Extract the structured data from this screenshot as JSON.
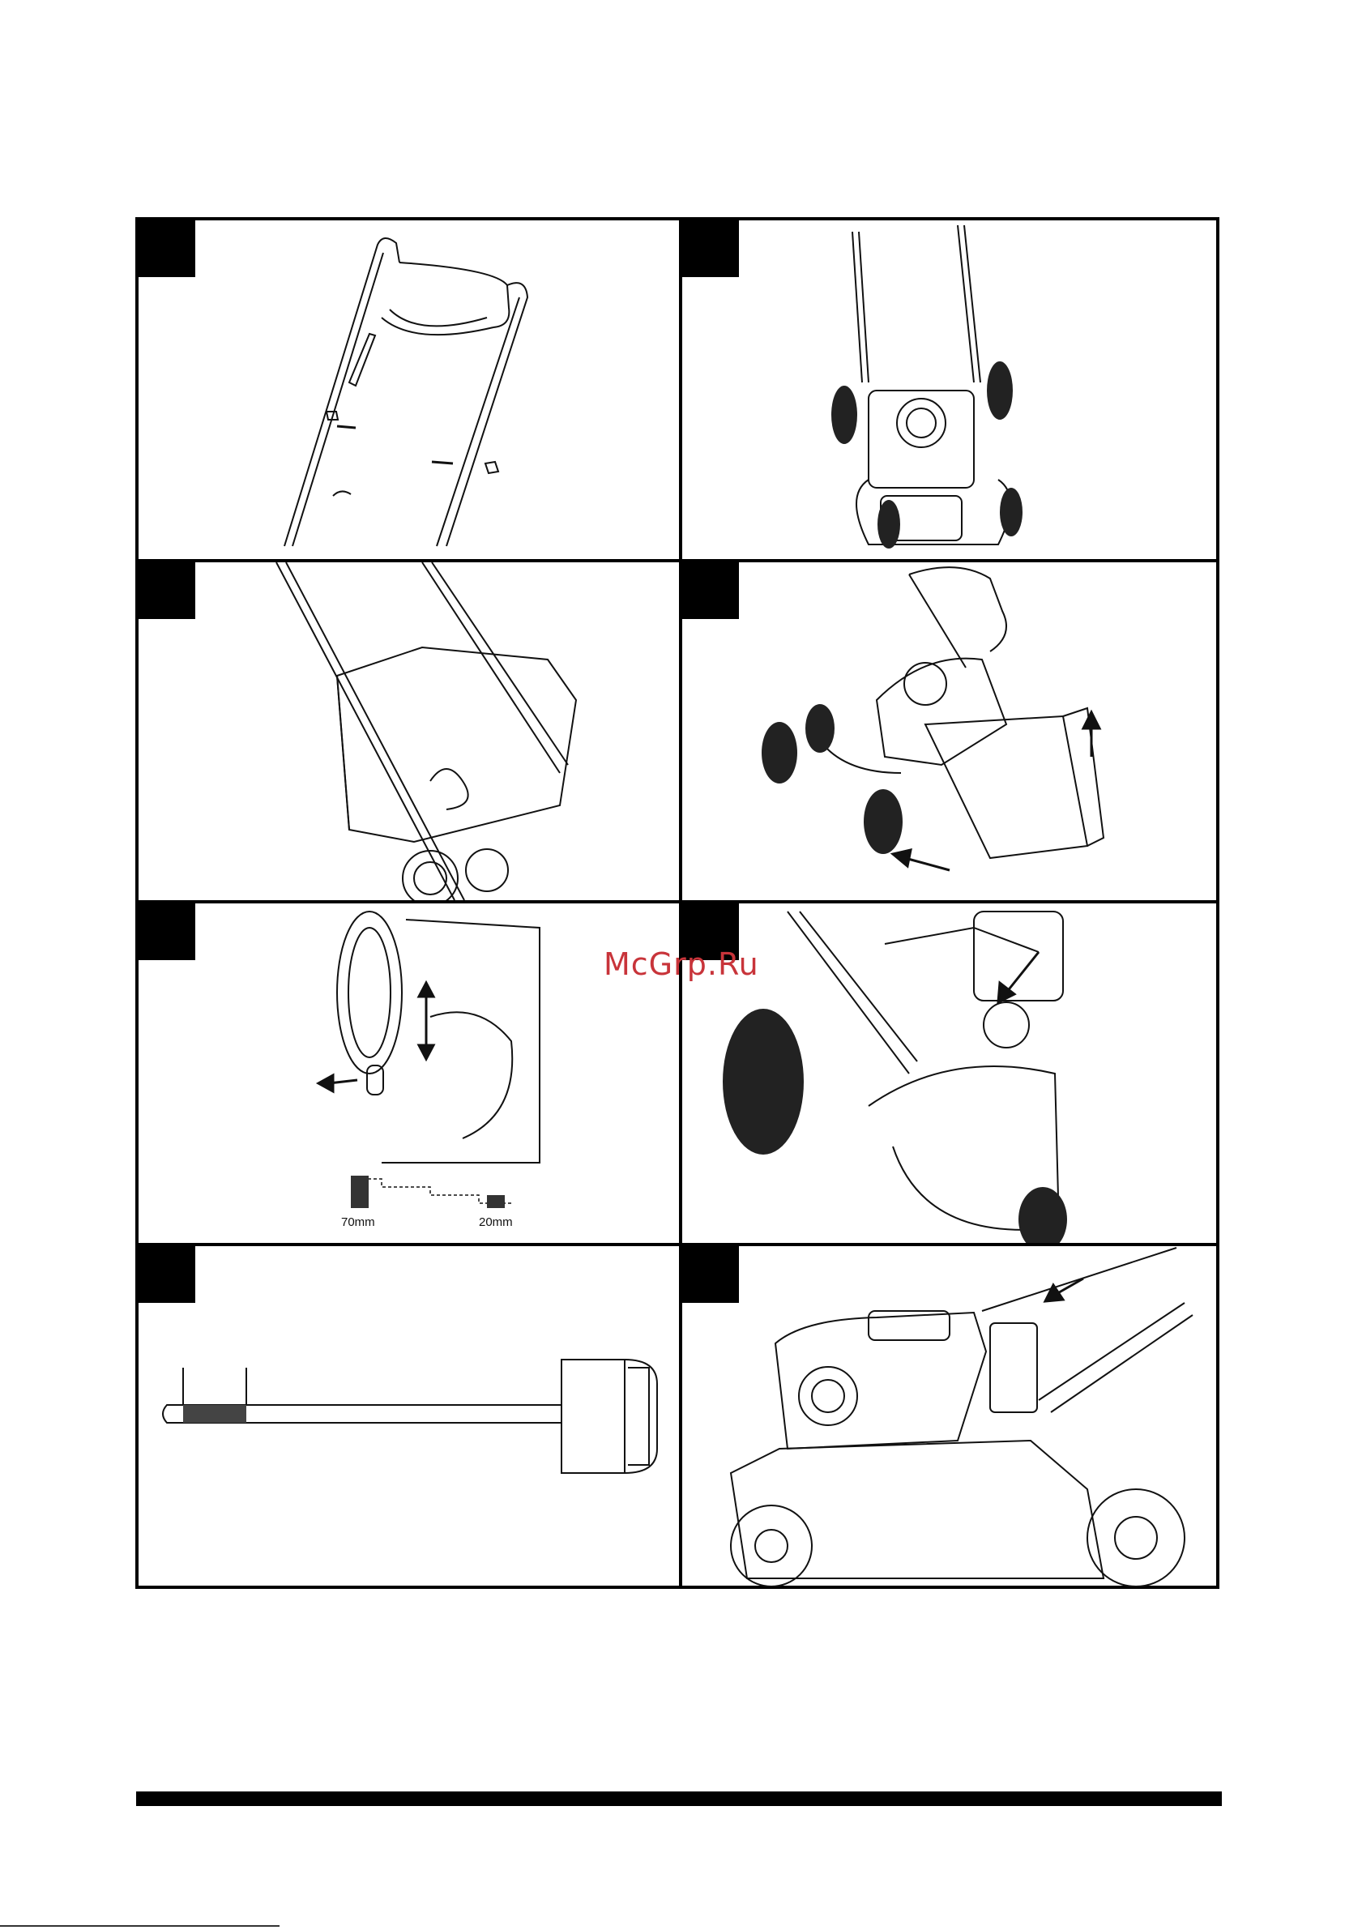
{
  "watermark": "McGrp.Ru",
  "figures": [
    {
      "id": "fig-1"
    },
    {
      "id": "fig-2"
    },
    {
      "id": "fig-3"
    },
    {
      "id": "fig-4"
    },
    {
      "id": "fig-5",
      "labels": {
        "max": "70mm",
        "min": "20mm"
      }
    },
    {
      "id": "fig-6"
    },
    {
      "id": "fig-7"
    },
    {
      "id": "fig-8"
    }
  ],
  "colors": {
    "ink": "#000000",
    "watermark": "#c8343a",
    "paper": "#ffffff"
  }
}
